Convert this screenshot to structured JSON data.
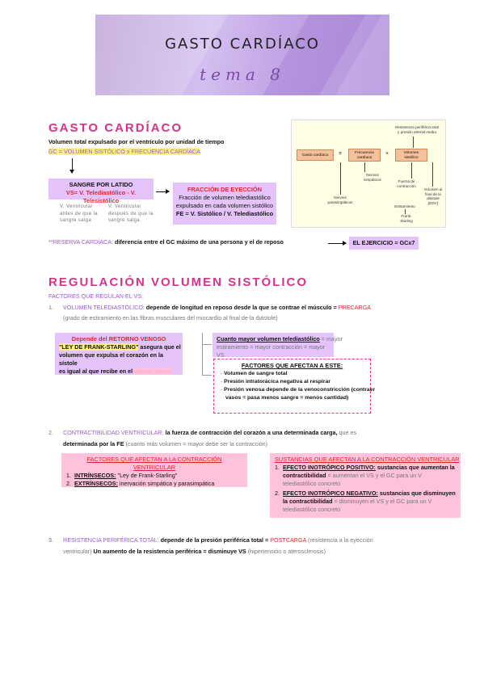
{
  "header": {
    "title": "GASTO CARDÍACO",
    "subtitle": "tema 8"
  },
  "s1": {
    "heading": "GASTO CARDÍACO",
    "def": "Volumen total expulsado por el ventrículo por unidad de tiempo",
    "formula": "GC = VOLUMEN SISTÓLICO x FRECUENCIA CARDÍACA",
    "sangre": {
      "title": "SANGRE POR LATIDO",
      "formula": "VS= V. Telediastólico - V. Telesistólico",
      "left": [
        "V. Ventricular",
        "antes de que la",
        "sangre salga"
      ],
      "right": [
        "V. Ventricular",
        "después de que la",
        "sangre salga"
      ]
    },
    "fraccion": {
      "title": "FRACCIÓN DE EYECCIÓN",
      "lines": [
        "Fracción de volumen telediastólico",
        "expulsado en cada volumen sistólico"
      ],
      "formula": "FE = V. Sistólico / V. Telediastólico"
    },
    "reserva_label": "**RESERVA CARDÍACA:",
    "reserva_text": " diferencia entre el GC máximo de una persona y el de reposo",
    "ejercicio": "EL EJERCICIO = GCx7"
  },
  "diagram": {
    "top_label": [
      "Resistencia periférica total",
      "y presión arterial media"
    ],
    "gc": "Gasto cardíaco",
    "eq": "=",
    "fc": [
      "Frecuencia",
      "cardíaca"
    ],
    "x": "×",
    "vs": [
      "Volumen",
      "sistólico"
    ],
    "simp": [
      "Nervios",
      "simpáticos"
    ],
    "fuerza": [
      "Fuerza de",
      "contracción"
    ],
    "vol_final": [
      "Volumen al",
      "final de la",
      "diástole",
      "(EDV)"
    ],
    "estiramiento": "Estiramiento",
    "frank": [
      "Frank-",
      "Starling"
    ],
    "parasimp": [
      "Nervios",
      "parasimpáticos"
    ]
  },
  "s2": {
    "heading": "REGULACIÓN VOLUMEN SISTÓLICO",
    "factores": "FACTORES QUE REGULAN EL VS:",
    "i1": {
      "num": "1.",
      "label": "VOLUMEN TELEDIASTÓLICO:",
      "text": " depende de longitud en reposo desde la que se contrae el músculo = ",
      "precarga": "PRECARGA",
      "sub": "(grado de estiramiento en las fibras musculares del miocardio al final de la diástole)"
    },
    "retorno": {
      "title": "Depende del RETORNO VENOSO",
      "quote": "\"LEY DE FRANK-STARLING\"",
      "l1": " asegura que el",
      "l2": "volumen que expulsa el corazón en la sístole",
      "l3": "es igual al que recibe en  el ",
      "l3b": "retorno venoso"
    },
    "cuanto": {
      "title": "Cuanto mayor volumen telediastólico",
      "t1": " = mayor",
      "t2": "estiramiento = mayor contracción = mayor VS"
    },
    "afectan": {
      "title": "FACTORES QUE AFECTAN A ESTE:",
      "items": [
        "Volumen de sangre total",
        "Presión intratorácica negativa al respirar",
        "Presión venosa depende de la venoconstricción (contraer",
        "vasos = pasa menos sangre = menos cantidad)"
      ]
    },
    "i2": {
      "num": "2.",
      "label": "CONTRACTIBILIDAD VENTRICULAR:",
      "text": " la fuerza de contracción del corazón a una determinada carga,",
      "text_gray": " que es",
      "l2a": "determinada por la FE",
      "l2b": " (cuanto más volumen = mayor debe ser la contracción)"
    },
    "fcv": {
      "title": "FACTORES QUE AFECTAN A LA CONTRACCIÓN VENTRICULAR",
      "items": [
        {
          "n": "1.",
          "label": "INTRÍNSECOS:",
          "text": " \"Ley de Frank-Starling\""
        },
        {
          "n": "2.",
          "label": "EXTRÍNSECOS:",
          "text": " inervación simpática y parasimpática"
        }
      ]
    },
    "sust": {
      "title_pre": "SUSTANCIAS",
      "title": " QUE AFECTAN A LA CONTRACCIÓN VENTRICULAR",
      "p1": {
        "n": "1.",
        "label": "EFECTO INOTRÓPICO POSITIVO:",
        "t1": " sustancias que aumentan la",
        "t2": "contractibilidad",
        "t2b": " = aumentan el VS y el GC para un V",
        "t3": "telediastólico concreto"
      },
      "p2": {
        "n": "2.",
        "label": "EFECTO INOTRÓPICO NEGATIVO:",
        "t1": " sustancias que disminuyen",
        "t2": "la contractibilidad",
        "t2b": " = disminuyen el VS y el GC para un V",
        "t3": "telediastólico concreto"
      }
    },
    "i3": {
      "num": "3.",
      "label": "RESISTENCIA PERIFÉRICA TOTAL:",
      "text": " depende de la presión periférica total = ",
      "post": "POSTCARGA",
      "gray1": " (resistencia a la eyección",
      "l2gray": "ventricular)",
      "l2": " Un aumento de la resistencia periférica = disminuye VS",
      "l2b": " (hipertensión o aterosclerosis)"
    }
  }
}
